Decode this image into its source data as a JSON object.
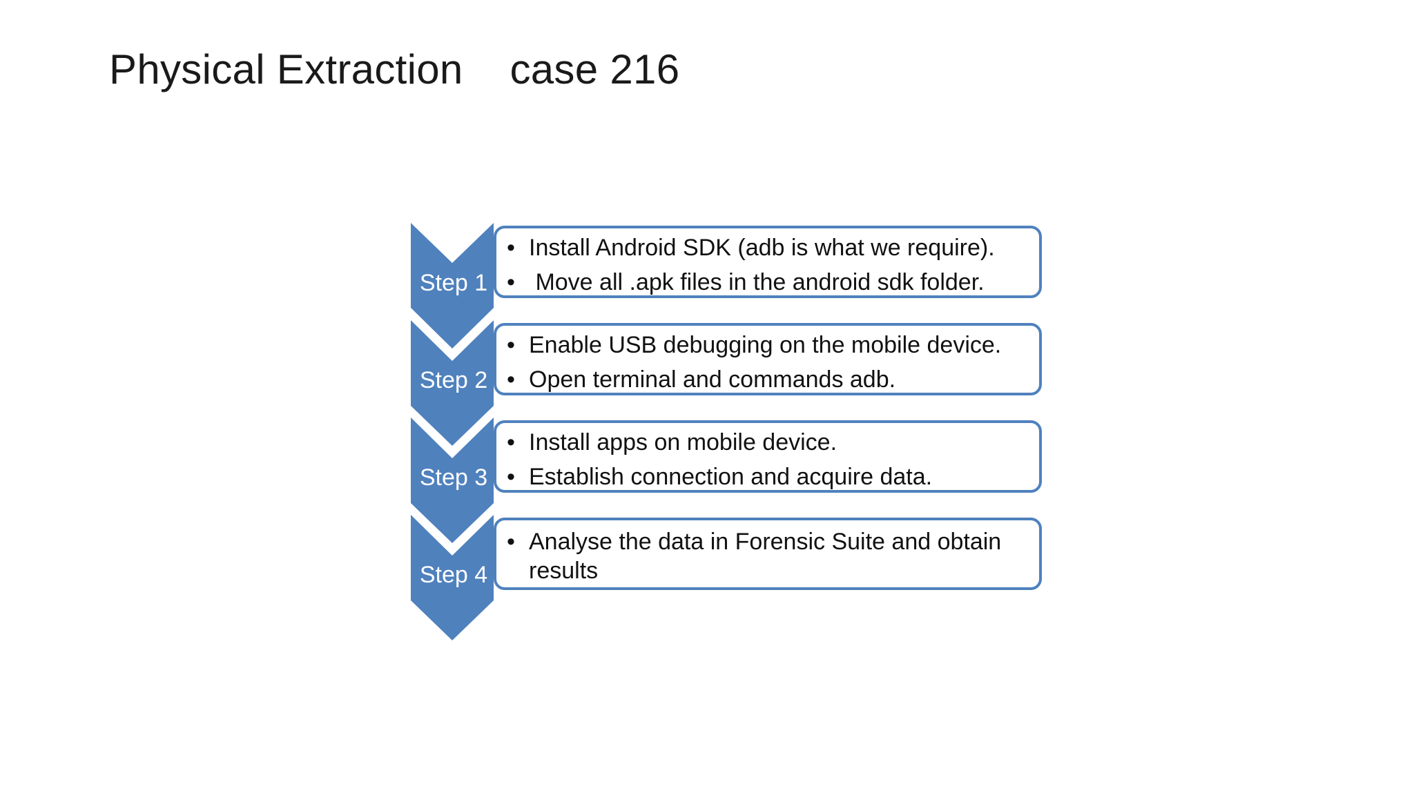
{
  "title": "Physical Extraction    case 216",
  "colors": {
    "chevron": "#4f81bd",
    "box_border": "#4f81bd",
    "label_text": "#ffffff"
  },
  "steps": [
    {
      "label": "Step 1",
      "bullets": [
        "Install Android SDK (adb is what we require).",
        " Move all .apk files in the android sdk folder."
      ]
    },
    {
      "label": "Step 2",
      "bullets": [
        "Enable USB debugging on the mobile device.",
        "Open terminal and commands adb."
      ]
    },
    {
      "label": "Step 3",
      "bullets": [
        "Install apps on mobile device.",
        "Establish connection and acquire data."
      ]
    },
    {
      "label": "Step 4",
      "bullets": [
        "Analyse the data in Forensic Suite and obtain results"
      ]
    }
  ]
}
